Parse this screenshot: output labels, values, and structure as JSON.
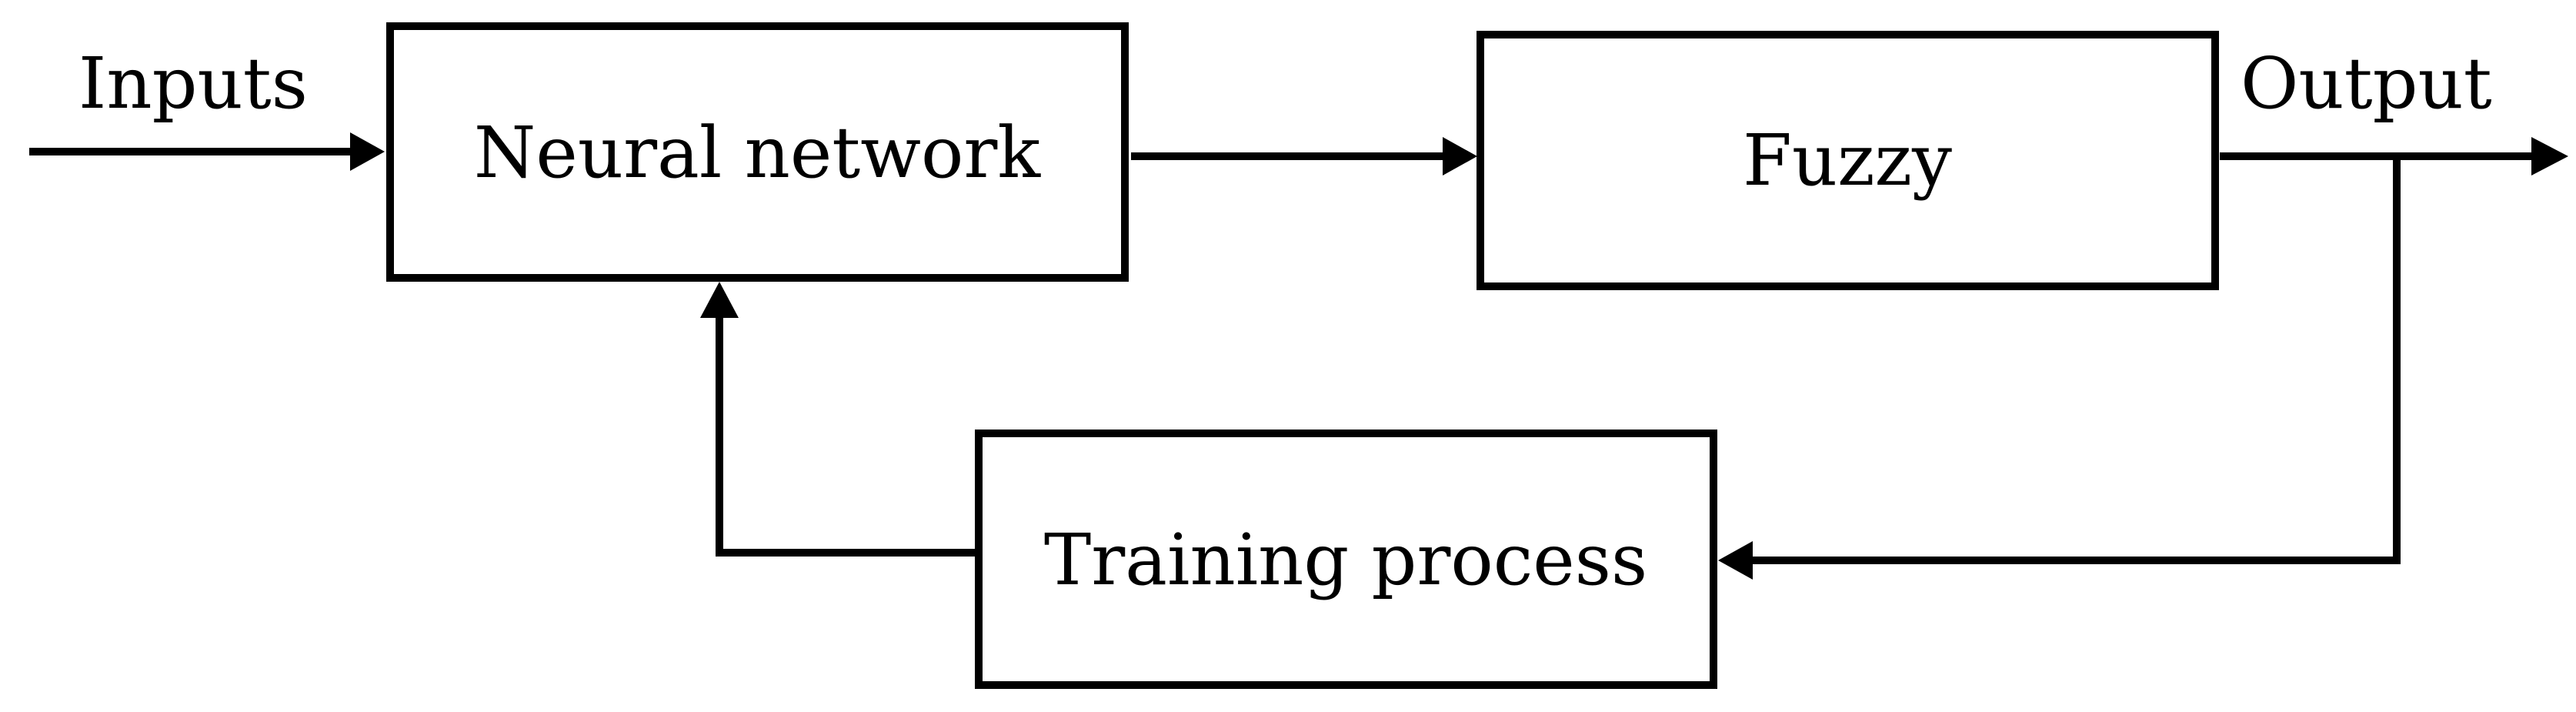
{
  "labels": {
    "inputs": "Inputs",
    "output": "Output"
  },
  "blocks": {
    "neural_network": "Neural network",
    "fuzzy": "Fuzzy",
    "training_process": "Training process"
  },
  "colors": {
    "stroke": "#000000",
    "background": "#ffffff"
  }
}
